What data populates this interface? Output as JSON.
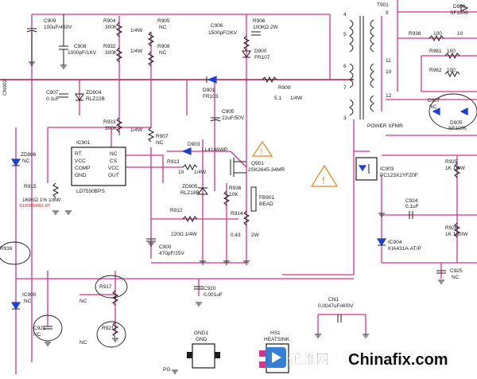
{
  "labels": {
    "c909": "C909",
    "c909_val": "100uF/450V",
    "c908": "C908",
    "c908_val": "1000pF/1KV",
    "r904": "R904",
    "r904_val": "300K",
    "r932": "R932",
    "r932_val": "300K",
    "r906_pwr": "1/4W",
    "r905": "R905",
    "r905_nc": "NC",
    "r908": "R908",
    "r908_nc": "NC",
    "r908_pwr": "1/4W",
    "c906": "C906",
    "c906_val": "1500pF/2KV",
    "r906": "R906",
    "r906_val": "100KΩ 2W",
    "d900": "D900",
    "d900_val": "FR107",
    "t901": "T901",
    "power_xfmr": "POWER XFMR",
    "pin4": "4",
    "pin5": "5",
    "pin6": "6",
    "pin7": "7",
    "pin3": "3",
    "pin9": "9",
    "pin11": "11",
    "pin10": "10",
    "pin12": "12",
    "d906": "D906",
    "d906_val": "SF1006",
    "r938": "R938",
    "r938_val": "100",
    "r938_v2": "10",
    "r961": "R961",
    "r961_val": "100",
    "r962": "R962",
    "r962_val": "100",
    "d907": "D907",
    "d907_nc": "NC",
    "d905": "D905",
    "d905_val": "SF1006",
    "c907": "C907",
    "c907_val": "0.1uF",
    "zd904": "ZD904",
    "zd904_val": "RLZ22B",
    "d901": "D901",
    "d901_val": "FR103",
    "c905": "C905",
    "c905_val": "22uF/50V",
    "r909": "R909",
    "r909_val": "5.1",
    "r909_pwr": "1/4W",
    "r933": "R933",
    "r933_val": "300K",
    "r907": "R907",
    "r907_nc": "NC",
    "r907_pwr": "1/4W",
    "ic901": "IC901",
    "pin_rt": "RT",
    "pin_vcc": "VCC",
    "pin_comp": "COMP",
    "pin_gnd": "GND",
    "pin_nc": "NC",
    "pin_cs": "CS",
    "pin_vcc2": "VCC",
    "pin_out": "OUT",
    "ic901_part": "LD7550BPS",
    "d903": "D903",
    "d903_val": "LL4148WP",
    "r913": "R913",
    "r913_val": "10",
    "r913_pwr": "1/4W",
    "zd905": "ZD905",
    "zd905_val": "RLZ18B",
    "q901": "Q901",
    "q901_val": "2SK2645-34MR",
    "r936": "R936",
    "r936_val": "10K",
    "fb901": "FB901",
    "fb901_val": "BEAD",
    "r912": "R912",
    "r912_val": "220Ω 1/4W",
    "r914": "R914",
    "r914_val": "0.43",
    "r914_pwr": "2W",
    "c900": "C900",
    "c900_val": "470pF/25V",
    "zd906": "ZD906",
    "zd906_nc": "NC",
    "r915": "R915",
    "r915_val": "169KΩ 1% 1/8W",
    "r915_note": "S103033061-8T",
    "r916": "R916",
    "ic900": "IC900",
    "ic900_nc": "NC",
    "r917": "R917",
    "r917_nc": "NC",
    "c920": "C920",
    "c920_val": "0.001uF",
    "c921": "C921",
    "c921_nc": "NC",
    "r921": "R921",
    "r921_nc": "NC",
    "cn1": "CN1",
    "cn1_val": "0.0047uF/400V",
    "gnd1": "GND1",
    "gnd1_val": "GND",
    "hs1": "HS1",
    "hs1_val": "HEATSINK",
    "pg": "PG",
    "ic903": "IC903",
    "ic903_val": "PC123X2YFZ0F",
    "r925": "R925",
    "r925_val": "1K 1/4W",
    "c924": "C924",
    "c924_val": "0.1uF",
    "r926": "R926",
    "r926_val": "1K 1/10W",
    "ic904": "IC904",
    "ic904_val": "KIA431A-AT/P",
    "c925": "C925",
    "c925_nc": "NC",
    "side_label": "CN902"
  },
  "watermark": {
    "logo_text": "迅维网",
    "brand_text": "Chinafix.com"
  },
  "colors": {
    "wire": "#d6338a",
    "component": "#1c1c1c",
    "label_red": "#e01a1a",
    "diode_blue": "#1f3fd0",
    "warning_orange": "#e3881a"
  }
}
